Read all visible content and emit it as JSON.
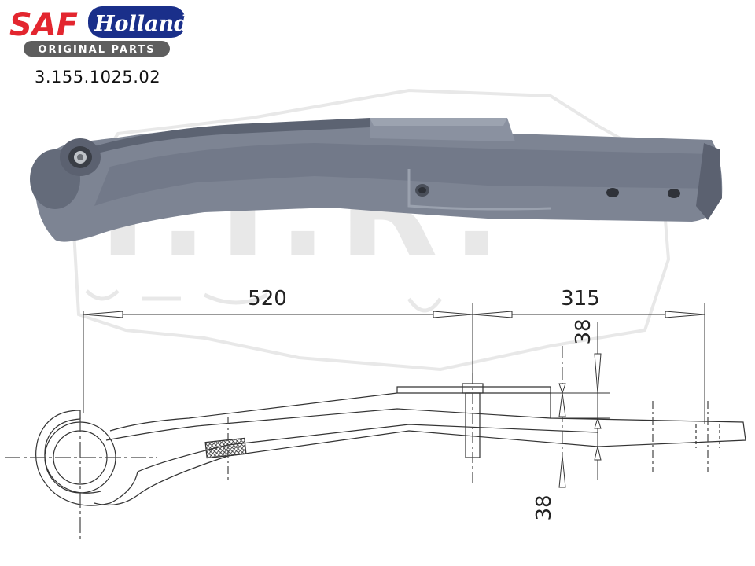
{
  "brand": {
    "name_part1": "SAF",
    "name_part2": "Holland",
    "tagline": "ORIGINAL PARTS",
    "colors": {
      "red": "#e3262f",
      "blue": "#1a2f8a",
      "gray": "#5e5e5e"
    }
  },
  "watermark": {
    "text": "T.I.R.",
    "color": "#e4e4e4"
  },
  "part": {
    "number": "3.155.1025.02"
  },
  "drawing": {
    "dim_left": "520",
    "dim_right": "315",
    "dim_top_thickness": "38",
    "dim_bottom_thickness": "38"
  },
  "photo": {
    "subject": "leaf-spring-photo",
    "color": "#7d8493"
  }
}
